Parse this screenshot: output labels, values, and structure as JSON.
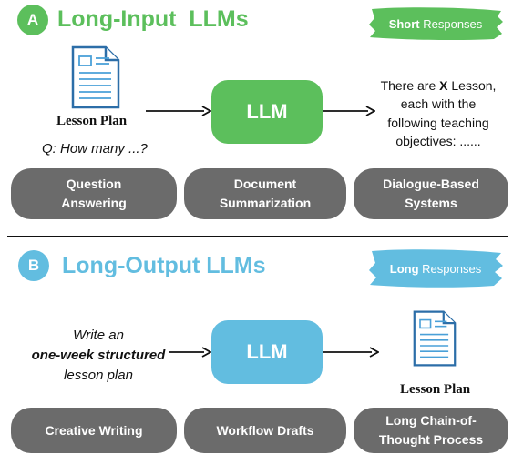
{
  "section_a": {
    "badge": "A",
    "title": "Long-Input  LLMs",
    "tag": {
      "bold": "Short",
      "rest": " Responses"
    },
    "input_doc_label": "Lesson Plan",
    "question": "Q: How many ...?",
    "llm_label": "LLM",
    "output_lines": [
      "There are ",
      "X",
      " Lesson,",
      "each with the",
      "following teaching",
      "objectives: ......"
    ],
    "pills": [
      {
        "line1": "Question",
        "line2": "Answering"
      },
      {
        "line1": "Document",
        "line2": "Summarization"
      },
      {
        "line1": "Dialogue-Based",
        "line2": "Systems"
      }
    ],
    "color": "#5cbf5c"
  },
  "section_b": {
    "badge": "B",
    "title": "Long-Output LLMs",
    "tag": {
      "bold": "Long",
      "rest": " Responses"
    },
    "prompt_lines": [
      "Write an",
      "one-week structured",
      "lesson plan"
    ],
    "llm_label": "LLM",
    "output_doc_label": "Lesson Plan",
    "pills": [
      {
        "line1": "Creative Writing",
        "line2": ""
      },
      {
        "line1": "Workflow Drafts",
        "line2": ""
      },
      {
        "line1": "Long Chain-of-",
        "line2": "Thought Process"
      }
    ],
    "color": "#62bde0"
  }
}
